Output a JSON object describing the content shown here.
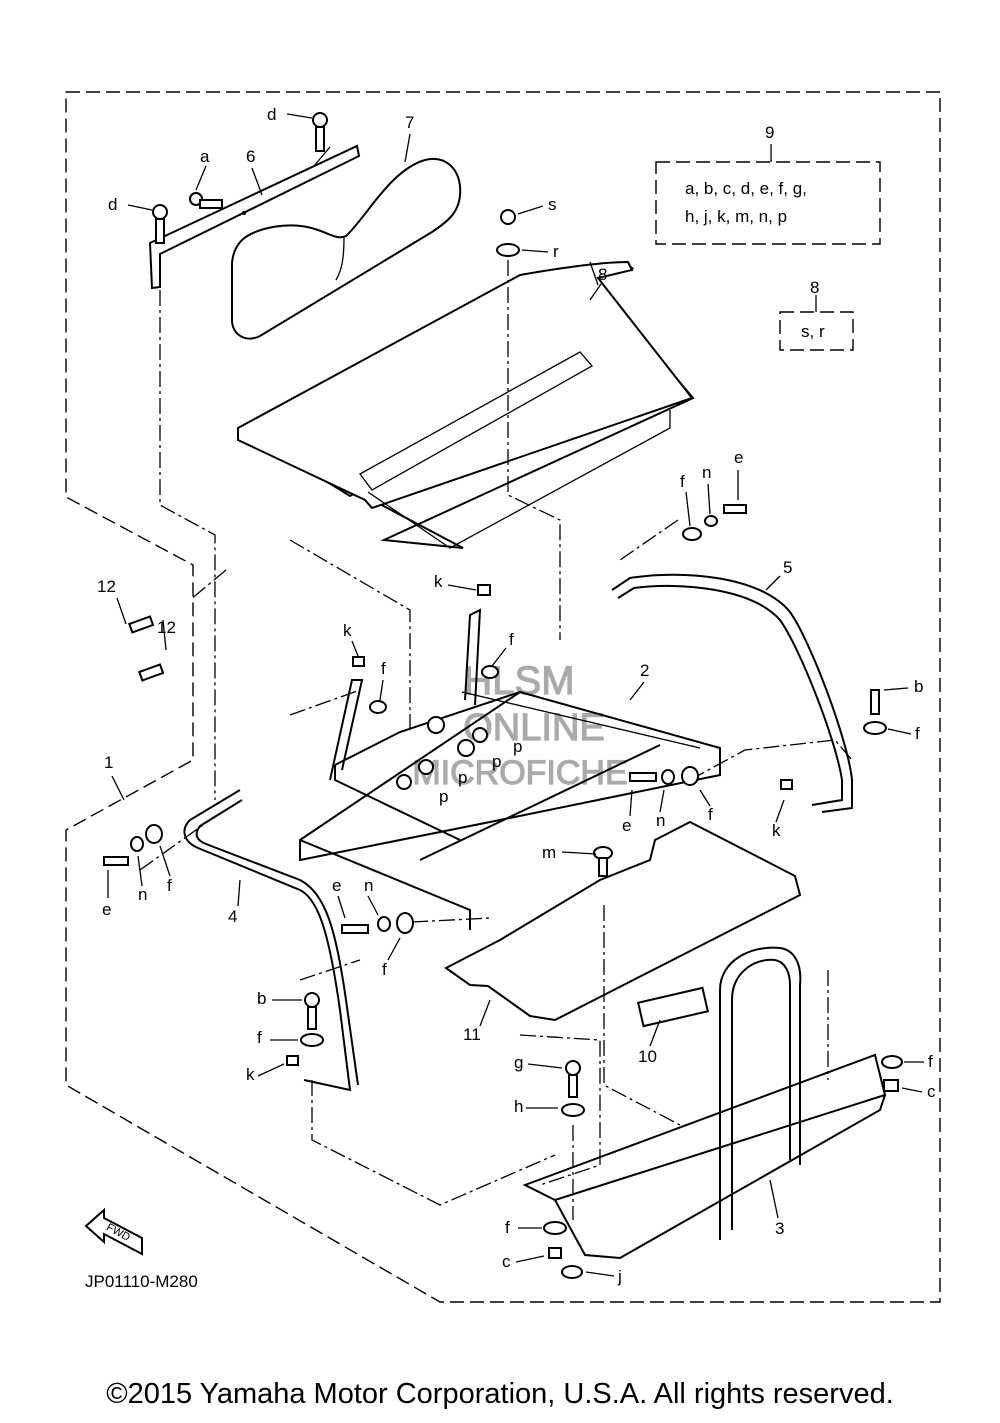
{
  "diagram": {
    "part_code": "JP01110-M280",
    "fwd_label": "FWD",
    "watermark": {
      "line1": "HLSM",
      "line2": "ONLINE",
      "line3": "MICROFICHE"
    },
    "copyright": "©2015 Yamaha Motor Corporation, U.S.A. All rights reserved.",
    "kits": {
      "kit9": {
        "number": "9",
        "line1": "a, b, c, d, e, f, g,",
        "line2": "h, j, k, m, n, p"
      },
      "kit8": {
        "number": "8",
        "line1": "s, r"
      }
    },
    "part_numbers": {
      "p1": "1",
      "p2": "2",
      "p3": "3",
      "p4": "4",
      "p5": "5",
      "p6": "6",
      "p7": "7",
      "p8": "8",
      "p10": "10",
      "p11": "11",
      "p12a": "12",
      "p12b": "12"
    },
    "hardware": {
      "d1": "d",
      "d2": "d",
      "a": "a",
      "s": "s",
      "r": "r",
      "f1": "f",
      "n1": "n",
      "e1": "e",
      "k1": "k",
      "f2": "f",
      "k2": "k",
      "f3": "f",
      "p1": "p",
      "p2": "p",
      "p3": "p",
      "p4": "p",
      "b1": "b",
      "f4": "f",
      "e2": "e",
      "n2": "n",
      "f5": "f",
      "k3": "k",
      "m": "m",
      "e3": "e",
      "n3": "n",
      "f6": "f",
      "e4": "e",
      "n4": "n",
      "f7": "f",
      "b2": "b",
      "f8": "f",
      "k4": "k",
      "g": "g",
      "h": "h",
      "f9": "f",
      "c1": "c",
      "f10": "f",
      "c2": "c",
      "j": "j"
    }
  }
}
